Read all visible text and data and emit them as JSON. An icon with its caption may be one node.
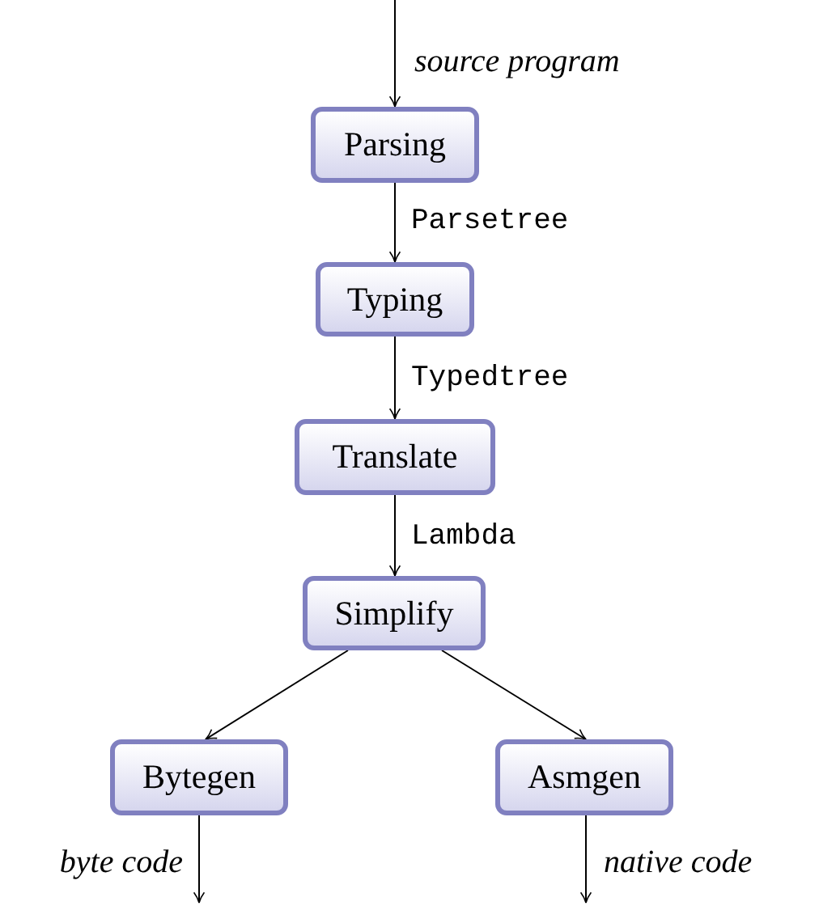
{
  "diagram": {
    "nodes": [
      {
        "text": [
          "Parsing"
        ]
      },
      {
        "text": [
          "Typing"
        ]
      },
      {
        "text": [
          "Translate"
        ]
      },
      {
        "text": [
          "Simplify"
        ]
      },
      {
        "text": [
          "Bytegen"
        ]
      },
      {
        "text": [
          "Asmgen"
        ]
      }
    ],
    "edges": [
      {
        "from": null,
        "to": 0,
        "arrow": "to",
        "label": "source program"
      },
      {
        "from": 0,
        "to": 1,
        "arrow": "to",
        "label": "Parsetree"
      },
      {
        "from": 1,
        "to": 2,
        "arrow": "to",
        "label": "Typedtree"
      },
      {
        "from": 2,
        "to": 3,
        "arrow": "to",
        "label": "Lambda"
      },
      {
        "from": 3,
        "to": 4,
        "arrow": "to"
      },
      {
        "from": 3,
        "to": 5,
        "arrow": "to"
      },
      {
        "from": 4,
        "to": null,
        "arrow": "to",
        "label": "byte code"
      },
      {
        "from": 5,
        "to": null,
        "arrow": "to",
        "label": "native code"
      }
    ]
  }
}
